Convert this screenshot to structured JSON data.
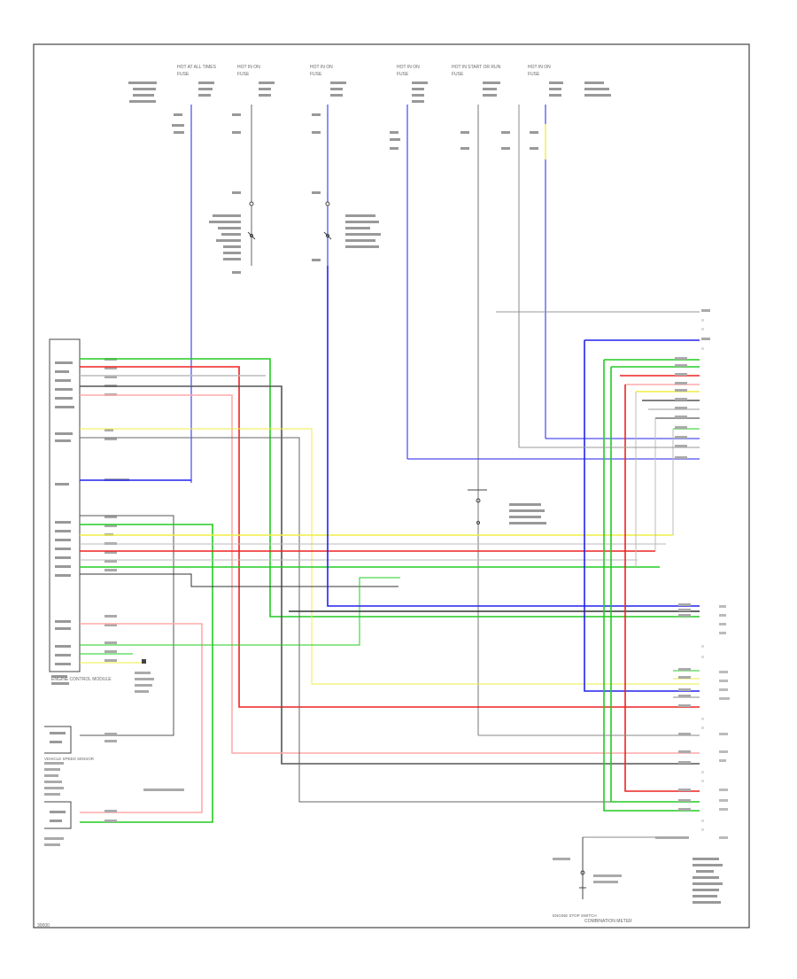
{
  "diagram": {
    "fuse_labels": [
      "HOT AT ALL TIMES",
      "HOT IN ON",
      "HOT IN ON",
      "HOT IN ON",
      "HOT IN START OR RUN",
      "HOT IN ON"
    ],
    "fuse_names": [
      "FUSE",
      "FUSE",
      "FUSE",
      "FUSE",
      "FUSE",
      "FUSE"
    ],
    "wire_colors": {
      "GRN": "#22cc22",
      "RED": "#ee2222",
      "YEL": "#eeee44",
      "BLU": "#2222ee",
      "GRY": "#555555",
      "BLK": "#222222",
      "PNK": "#ffaaaa",
      "WHT": "#bbbbbb"
    },
    "left_module": {
      "title": "ENGINE CONTROL MODULE"
    },
    "bottom_left_label": "VEHICLE SPEED SENSOR",
    "bottom_right_label": "COMBINATION METER",
    "bottom_label_small": "ENGINE STOP SWITCH",
    "footer_id": "30000"
  }
}
